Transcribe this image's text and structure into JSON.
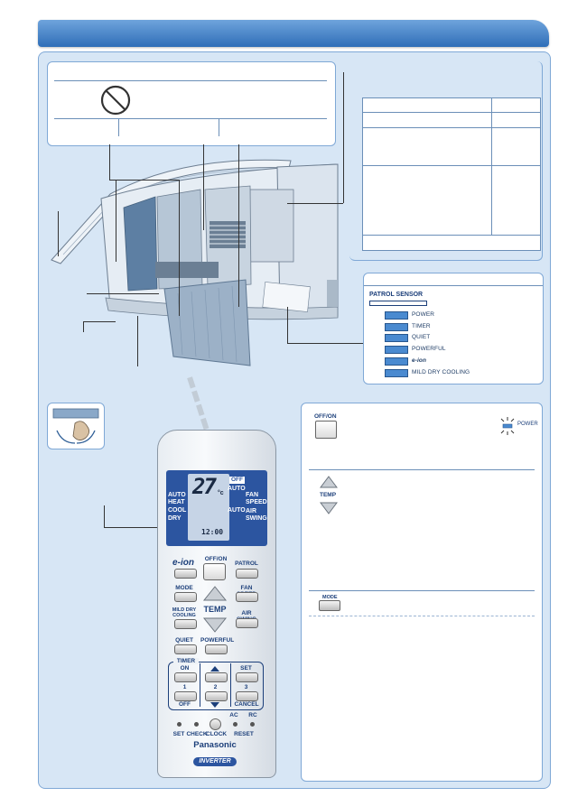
{
  "colors": {
    "frame": "#d7e6f5",
    "accent": "#2f6eb8",
    "led": "#4a8ad0",
    "text": "#1c3f7a"
  },
  "indicator_panel": {
    "sensor_label": "PATROL SENSOR",
    "items": [
      "POWER",
      "TIMER",
      "QUIET",
      "POWERFUL",
      "e-ion",
      "MILD DRY COOLING"
    ]
  },
  "remote": {
    "lcd": {
      "temp": "27",
      "unit": "°c",
      "off": "OFF",
      "modes": [
        "AUTO",
        "HEAT",
        "COOL",
        "DRY"
      ],
      "fan_speed": "FAN SPEED",
      "air_swing": "AIR SWING",
      "auto1": "AUTO",
      "auto2": "AUTO",
      "clock": "12:00"
    },
    "buttons": {
      "eion": "e-ion",
      "offon": "OFF/ON",
      "patrol": "PATROL",
      "mode": "MODE",
      "fan_speed": "FAN SPEED",
      "mild_dry": "MILD DRY COOLING",
      "temp": "TEMP",
      "air_swing": "AIR SWING",
      "quiet": "QUIET",
      "powerful": "POWERFUL"
    },
    "timer": {
      "title": "TIMER",
      "on": "ON",
      "off": "OFF",
      "set": "SET",
      "cancel": "CANCEL",
      "n1": "1",
      "n2": "2",
      "n3": "3"
    },
    "bottom": {
      "set": "SET",
      "check": "CHECK",
      "clock": "CLOCK",
      "reset": "RESET",
      "ac": "AC",
      "rc": "RC"
    },
    "brand": "Panasonic",
    "inverter": "INVERTER"
  },
  "right_panel": {
    "offon_label": "OFF/ON",
    "power_label": "POWER",
    "temp_label": "TEMP",
    "mode_label": "MODE"
  }
}
